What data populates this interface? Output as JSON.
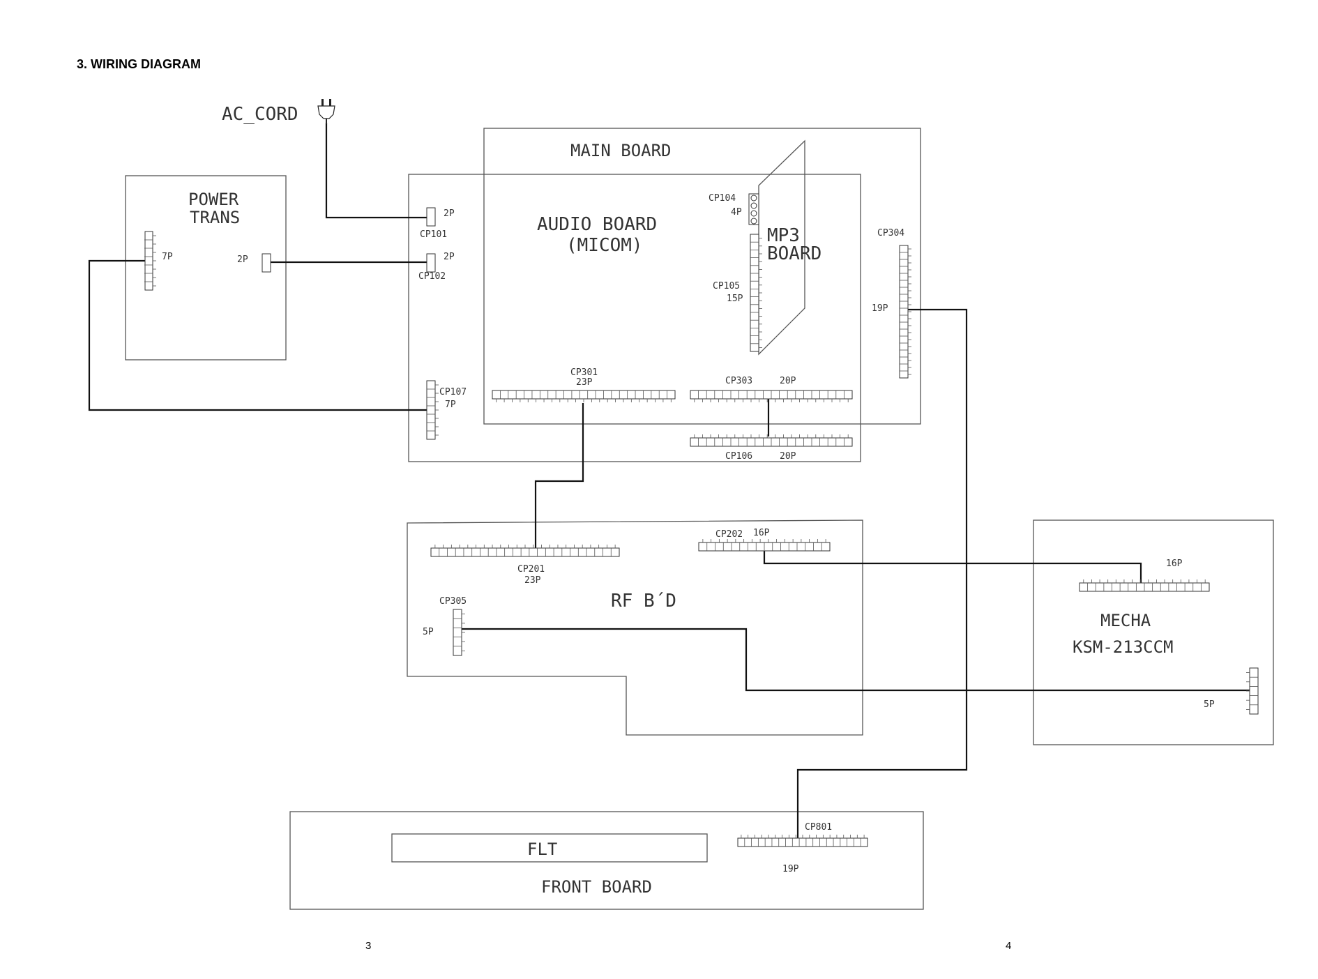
{
  "page": {
    "heading": "3. WIRING DIAGRAM",
    "page_left": "3",
    "page_right": "4"
  },
  "labels": {
    "ac_cord": "AC_CORD",
    "main_board": "MAIN BOARD",
    "audio_board_1": "AUDIO BOARD",
    "audio_board_2": "(MICOM)",
    "mp3_1": "MP3",
    "mp3_2": "BOARD",
    "power_1": "POWER",
    "power_2": "TRANS",
    "rf": "RF B´D",
    "mecha_1": "MECHA",
    "mecha_2": "KSM-213CCM",
    "flt": "FLT",
    "front_board": "FRONT BOARD"
  },
  "connectors": {
    "pt_7p": "7P",
    "pt_2p": "2P",
    "cp101": "CP101",
    "cp101_pins": "2P",
    "cp102": "CP102",
    "cp102_pins": "2P",
    "cp107": "CP107",
    "cp107_pins": "7P",
    "cp104": "CP104",
    "cp104_pins": "4P",
    "cp105": "CP105",
    "cp105_pins": "15P",
    "cp304": "CP304",
    "cp304_pins": "19P",
    "cp301": "CP301",
    "cp301_pins": "23P",
    "cp303": "CP303",
    "cp303_pins": "20P",
    "cp106": "CP106",
    "cp106_pins": "20P",
    "cp201": "CP201",
    "cp201_pins": "23P",
    "cp202": "CP202",
    "cp202_pins": "16P",
    "cp305": "CP305",
    "cp305_pins": "5P",
    "mecha_16p": "16P",
    "mecha_5p": "5P",
    "cp801": "CP801",
    "cp801_pins": "19P"
  }
}
